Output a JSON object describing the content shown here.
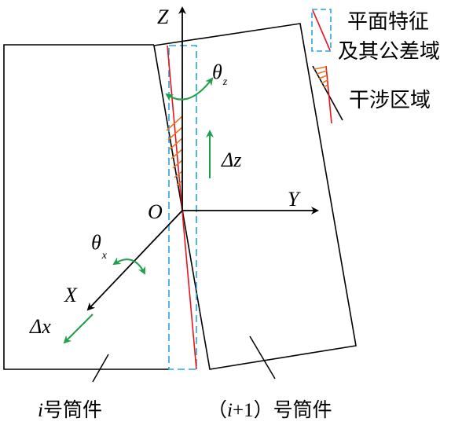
{
  "axes": {
    "z": "Z",
    "y": "Y",
    "x": "X",
    "origin": "O"
  },
  "motions": {
    "theta_z": {
      "symbol": "θ",
      "sub": "z"
    },
    "theta_x": {
      "symbol": "θ",
      "sub": "x"
    },
    "delta_z": "Δz",
    "delta_x": "Δx"
  },
  "legend": {
    "tolerance_line1": "平面特征",
    "tolerance_line2": "及其公差域",
    "interference": "干涉区域"
  },
  "parts": {
    "left": {
      "var": "i",
      "label": "号筒件"
    },
    "right": {
      "open": "（",
      "var": "i",
      "plus": "+1",
      "close": "）",
      "label": "号筒件"
    }
  },
  "colors": {
    "tolerance": "#29a3e0",
    "feature": "#e8141c",
    "hatch": "#e87722",
    "motion": "#1fa04a"
  }
}
